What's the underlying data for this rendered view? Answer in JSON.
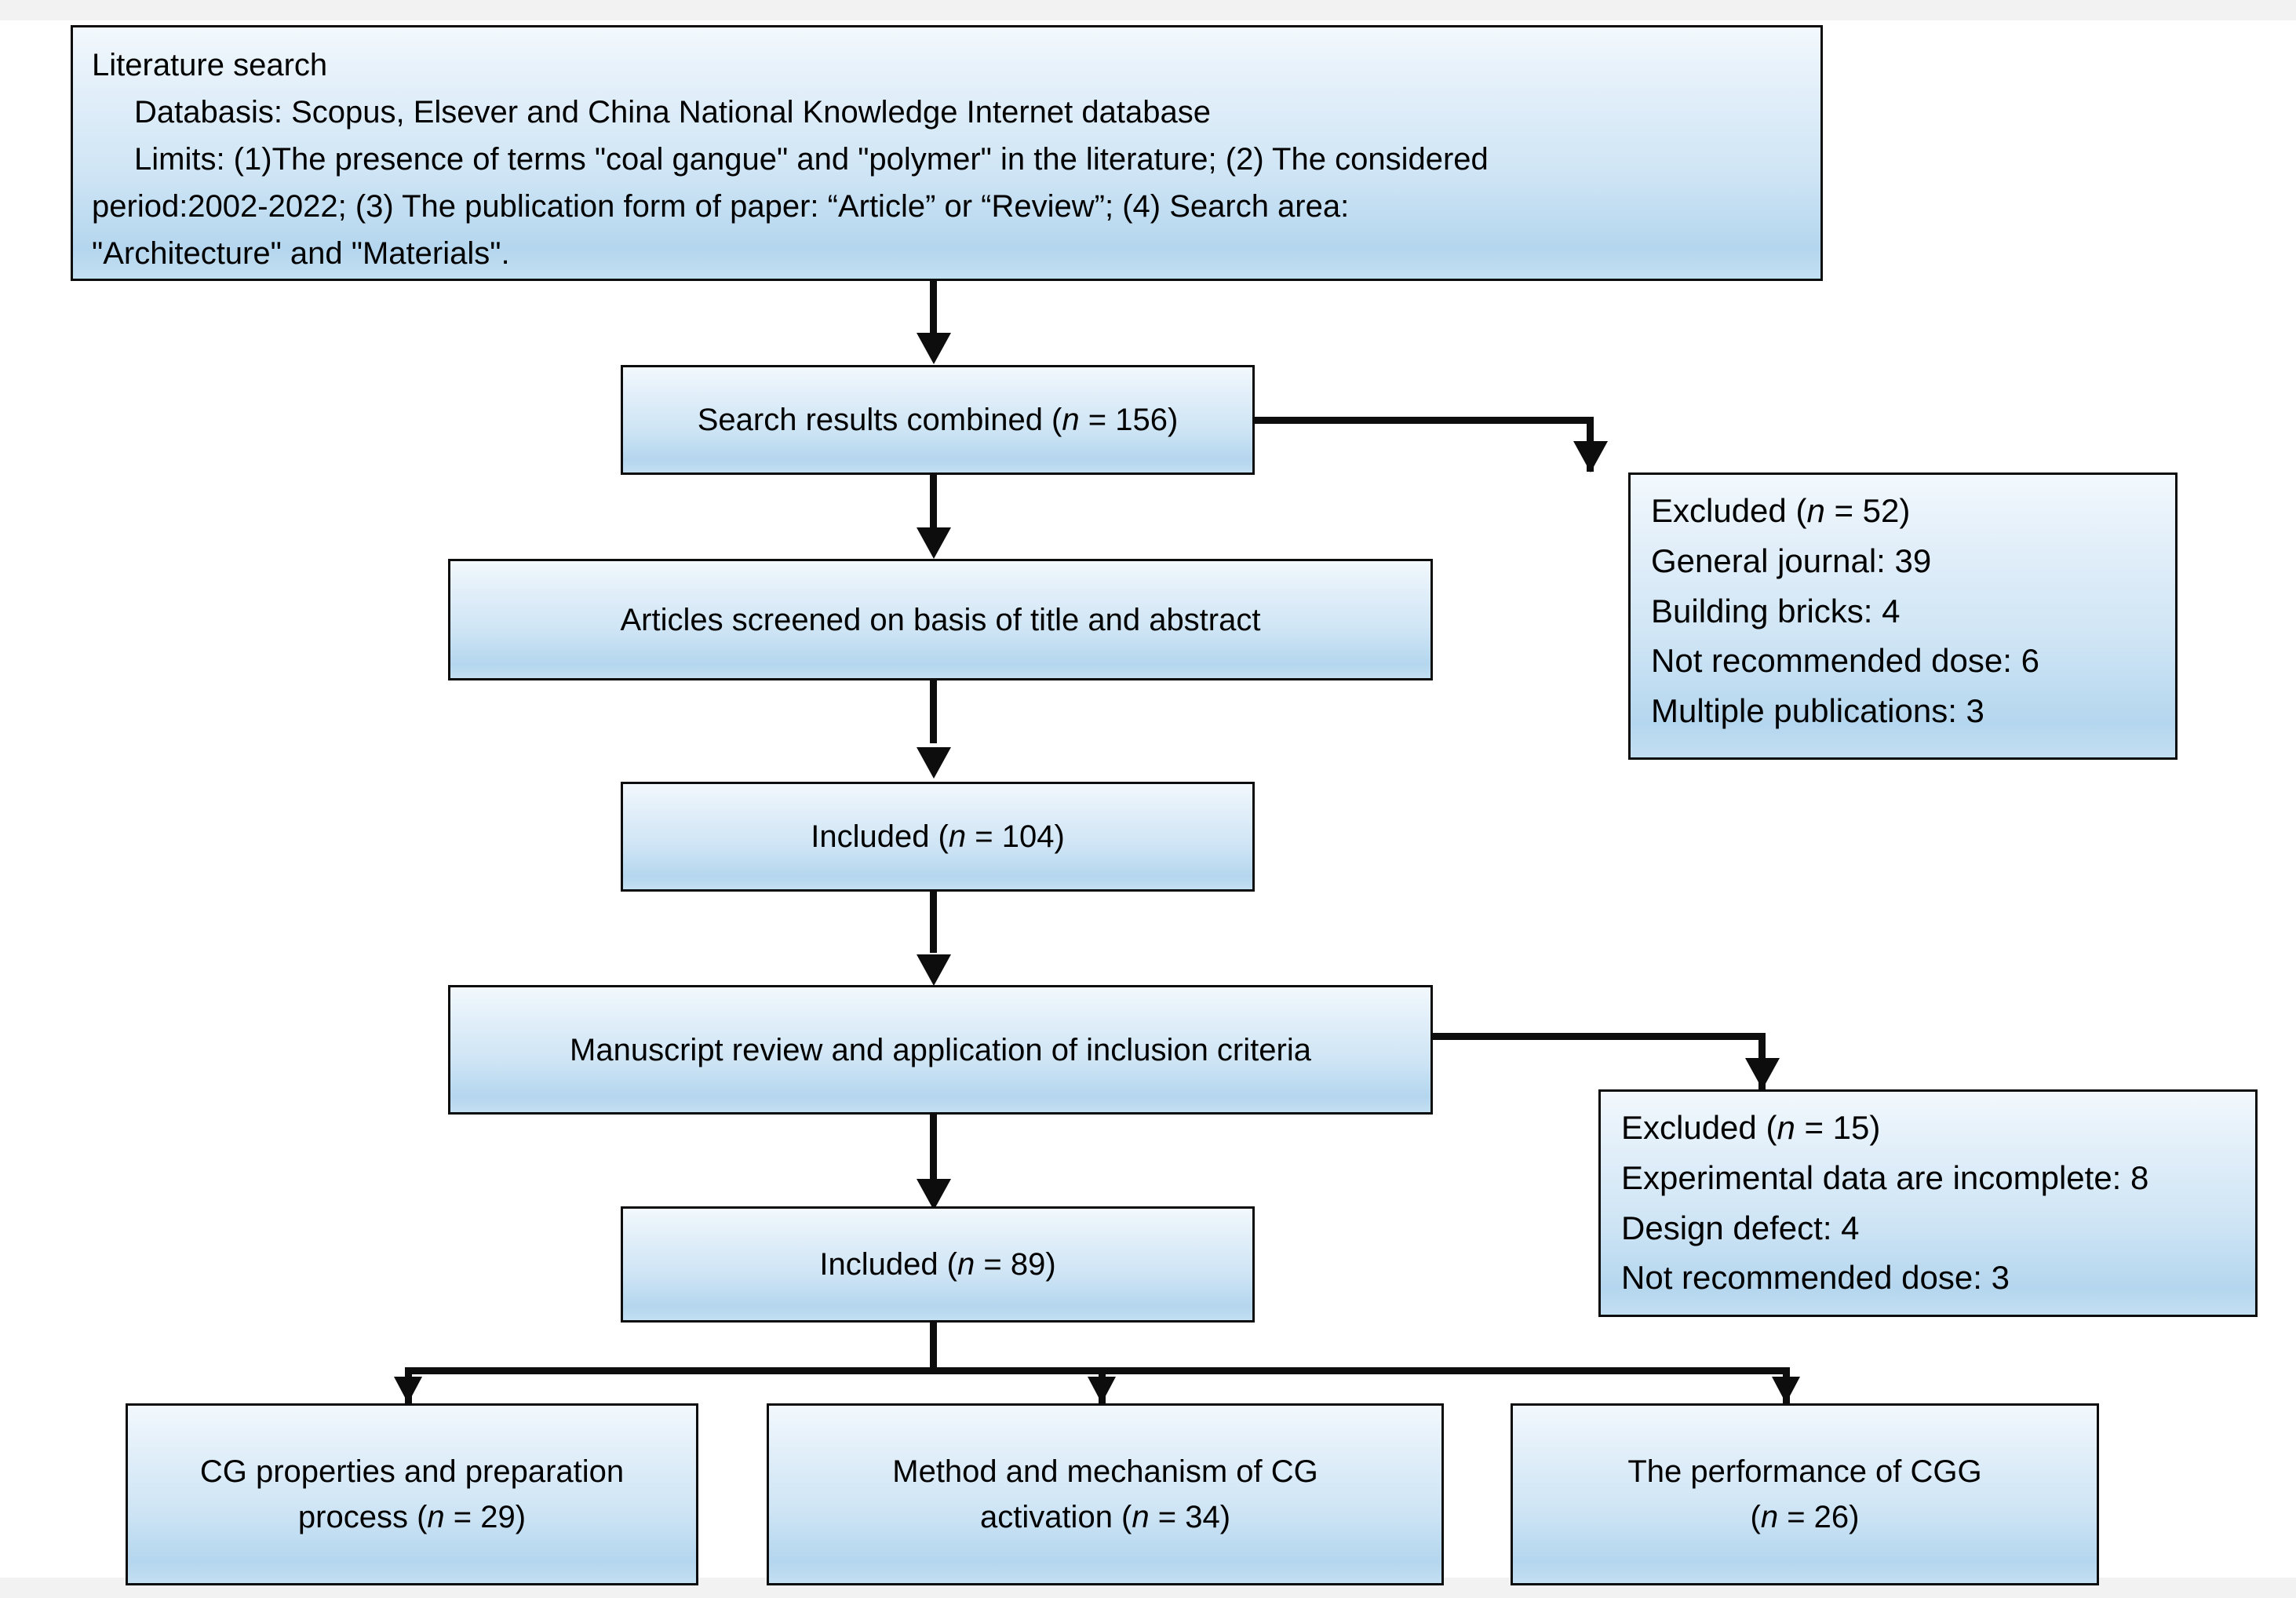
{
  "figure": {
    "type": "prisma-flow-diagram",
    "title": "Literature search and screening flow"
  },
  "nodes": {
    "literature_search": {
      "line1": "Literature search",
      "line2": "Databasis: Scopus, Elsever and China National Knowledge Internet database",
      "line3": "Limits: (1)The presence of terms \"coal gangue\" and \"polymer\" in the literature; (2) The considered",
      "line4": "period:2002-2022; (3) The publication form of paper: “Article” or “Review”; (4) Search area:",
      "line5": "\"Architecture\" and \"Materials\"."
    },
    "search_results": {
      "label_prefix": "Search results combined (",
      "n_symbol": "n",
      "label_suffix": " = 156)"
    },
    "articles_screened": {
      "label": "Articles screened on basis of title and abstract"
    },
    "included_104": {
      "label_prefix": "Included (",
      "n_symbol": "n",
      "label_suffix": " = 104)"
    },
    "manuscript_review": {
      "label": "Manuscript review and application of inclusion criteria"
    },
    "included_89": {
      "label_prefix": "Included (",
      "n_symbol": "n",
      "label_suffix": " = 89)"
    },
    "excluded_52": {
      "heading_prefix": "Excluded (",
      "n_symbol": "n",
      "heading_suffix": " = 52)",
      "reasons": [
        "General journal: 39",
        "Building bricks: 4",
        "Not recommended dose: 6",
        "Multiple publications: 3"
      ]
    },
    "excluded_15": {
      "heading_prefix": "Excluded (",
      "n_symbol": "n",
      "heading_suffix": " = 15)",
      "reasons": [
        "Experimental data are incomplete: 8",
        "Design defect: 4",
        "Not recommended dose: 3"
      ]
    },
    "outcome_1": {
      "line1": "CG properties and preparation",
      "line2_prefix": "process (",
      "n_symbol": "n",
      "line2_suffix": " = 29)"
    },
    "outcome_2": {
      "line1": "Method and mechanism of CG",
      "line2_prefix": "activation (",
      "n_symbol": "n",
      "line2_suffix": " = 34)"
    },
    "outcome_3": {
      "line1": "The performance of CGG",
      "line2_prefix": "(",
      "n_symbol": "n",
      "line2_suffix": " = 26)"
    }
  },
  "counts": {
    "search_results_combined": 156,
    "excluded_first_stage": 52,
    "included_after_screening": 104,
    "excluded_second_stage": 15,
    "included_final": 89,
    "cg_properties_and_preparation": 29,
    "method_and_mechanism_activation": 34,
    "performance_of_cgg": 26
  },
  "colors": {
    "box_border": "#0d0d0d",
    "box_fill_top": "#f3f9fd",
    "box_fill_bottom": "#b4d6ee",
    "connector": "#0d0d0d",
    "page_background": "#ffffff",
    "strip": "#f2f2f2"
  }
}
